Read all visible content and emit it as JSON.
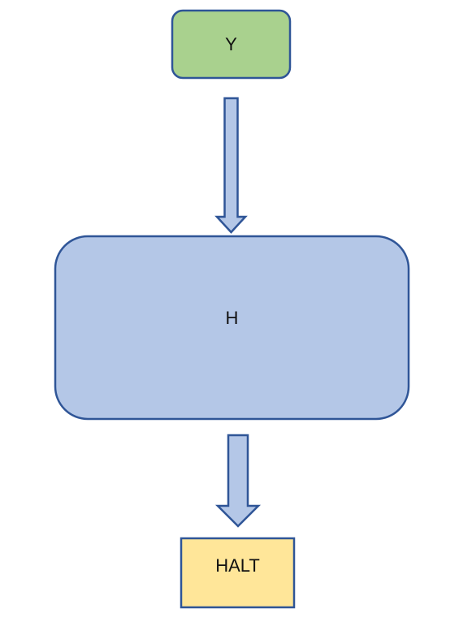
{
  "diagram": {
    "nodes": {
      "start": {
        "label": "Y",
        "fill": "#a9d18e",
        "stroke": "#2f5597"
      },
      "process": {
        "label": "H",
        "fill": "#b4c7e7",
        "stroke": "#2f5597"
      },
      "end": {
        "label": "HALT",
        "fill": "#ffe699",
        "stroke": "#2f5597"
      }
    },
    "arrows": {
      "fill": "#b4c7e7",
      "stroke": "#2f5597"
    }
  }
}
